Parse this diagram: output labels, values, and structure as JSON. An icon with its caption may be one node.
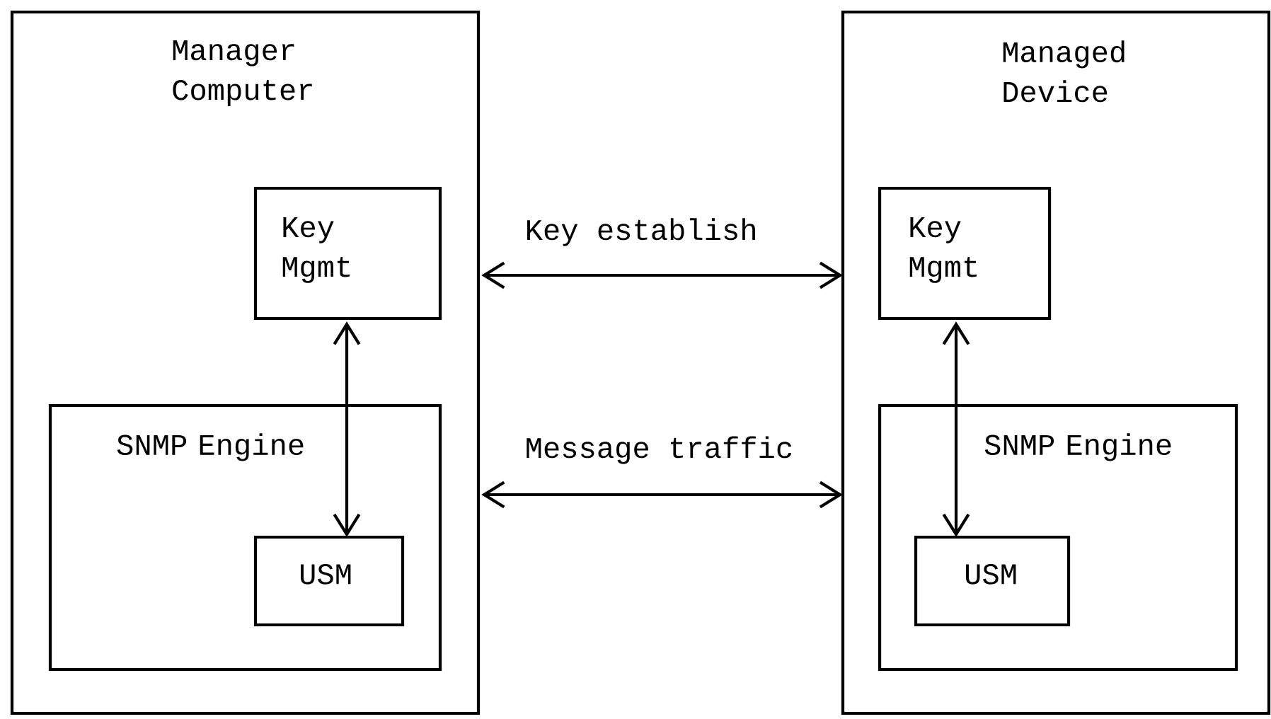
{
  "diagram": {
    "nodes": [
      {
        "text": [
          "Manager Computer"
        ]
      },
      {
        "text": [
          "Key Mgmt"
        ],
        "in": 0
      },
      {
        "text": [
          "SNMP Engine"
        ],
        "in": 0
      },
      {
        "text": [
          "USM"
        ],
        "in": 2
      },
      {
        "text": [
          "Managed Device"
        ]
      },
      {
        "text": [
          "Key Mgmt"
        ],
        "in": 4
      },
      {
        "text": [
          "SNMP Engine"
        ],
        "in": 4
      },
      {
        "text": [
          "USM"
        ],
        "in": 6
      }
    ],
    "edges": [
      {
        "from": 0,
        "to": 4,
        "arrow": "both",
        "label": "Key establish"
      },
      {
        "from": 0,
        "to": 4,
        "arrow": "both",
        "label": "Message traffic"
      },
      {
        "from": 1,
        "to": 3,
        "arrow": "both"
      },
      {
        "from": 5,
        "to": 7,
        "arrow": "both"
      }
    ]
  }
}
